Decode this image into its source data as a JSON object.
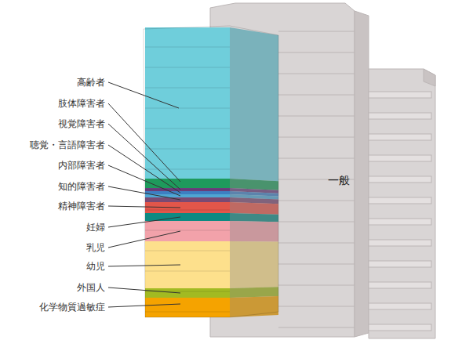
{
  "diagram": {
    "labels": [
      "高齢者",
      "肢体障害者",
      "視覚障害者",
      "聴覚・言語障害者",
      "内部障害者",
      "知的障害者",
      "精神障害者",
      "妊婦",
      "乳児",
      "幼児",
      "外国人",
      "化学物質過敏症",
      "一般"
    ]
  }
}
